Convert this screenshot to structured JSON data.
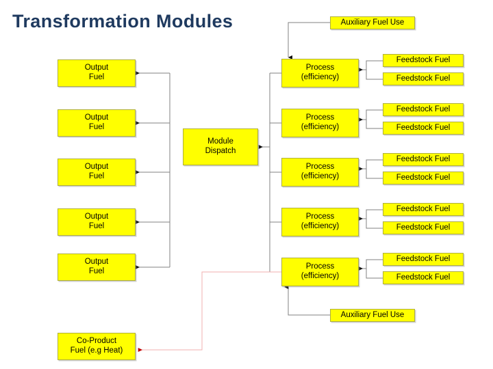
{
  "title": "Transformation Modules",
  "colors": {
    "title": "#1F3A5F",
    "node_fill": "#FFFF00",
    "node_border": "#AFAF3C",
    "connector": "#808080",
    "coproduct_connector": "#F2AFAF"
  },
  "nodes": {
    "module_dispatch": {
      "label_line1": "Module",
      "label_line2": "Dispatch"
    },
    "output_fuels": [
      {
        "label_line1": "Output",
        "label_line2": "Fuel"
      },
      {
        "label_line1": "Output",
        "label_line2": "Fuel"
      },
      {
        "label_line1": "Output",
        "label_line2": "Fuel"
      },
      {
        "label_line1": "Output",
        "label_line2": "Fuel"
      },
      {
        "label_line1": "Output",
        "label_line2": "Fuel"
      }
    ],
    "processes": [
      {
        "label_line1": "Process",
        "label_line2": "(efficiency)"
      },
      {
        "label_line1": "Process",
        "label_line2": "(efficiency)"
      },
      {
        "label_line1": "Process",
        "label_line2": "(efficiency)"
      },
      {
        "label_line1": "Process",
        "label_line2": "(efficiency)"
      },
      {
        "label_line1": "Process",
        "label_line2": "(efficiency)"
      }
    ],
    "feedstock_fuels": [
      {
        "label": "Feedstock Fuel"
      },
      {
        "label": "Feedstock Fuel"
      },
      {
        "label": "Feedstock Fuel"
      },
      {
        "label": "Feedstock Fuel"
      },
      {
        "label": "Feedstock Fuel"
      },
      {
        "label": "Feedstock Fuel"
      },
      {
        "label": "Feedstock Fuel"
      },
      {
        "label": "Feedstock Fuel"
      },
      {
        "label": "Feedstock Fuel"
      },
      {
        "label": "Feedstock Fuel"
      }
    ],
    "auxiliary_fuel_top": {
      "label": "Auxiliary Fuel Use"
    },
    "auxiliary_fuel_bottom": {
      "label": "Auxiliary Fuel Use"
    },
    "co_product": {
      "label_line1": "Co-Product",
      "label_line2": "Fuel (e.g Heat)"
    }
  }
}
